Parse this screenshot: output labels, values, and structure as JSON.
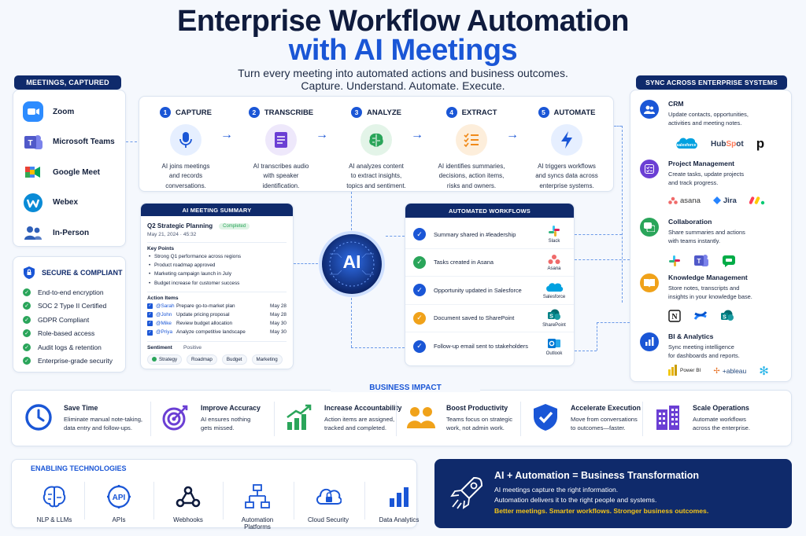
{
  "title": {
    "line1": "Enterprise Workflow Automation",
    "line2": "with AI Meetings"
  },
  "subtitle": {
    "line1": "Turn every meeting into automated actions and business outcomes.",
    "line2": "Capture. Understand. Automate. Execute."
  },
  "meetings": {
    "heading": "MEETINGS, CAPTURED",
    "items": [
      {
        "label": "Zoom",
        "icon": "zoom-icon",
        "color": "#2d8cff"
      },
      {
        "label": "Microsoft Teams",
        "icon": "teams-icon",
        "color": "#5059c9"
      },
      {
        "label": "Google Meet",
        "icon": "google-meet-icon",
        "color": "#00a35c"
      },
      {
        "label": "Webex",
        "icon": "webex-icon",
        "color": "#0a8bd6"
      },
      {
        "label": "In-Person",
        "icon": "people-icon",
        "color": "#2f5fb8"
      }
    ]
  },
  "security": {
    "heading": "SECURE & COMPLIANT",
    "items": [
      "End-to-end encryption",
      "SOC 2 Type II Certified",
      "GDPR Compliant",
      "Role-based access",
      "Audit logs & retention",
      "Enterprise-grade security"
    ]
  },
  "steps": [
    {
      "num": "1",
      "label": "CAPTURE",
      "icon": "microphone-icon",
      "desc": [
        "AI joins meetings",
        "and records",
        "conversations."
      ]
    },
    {
      "num": "2",
      "label": "TRANSCRIBE",
      "icon": "document-icon",
      "desc": [
        "AI transcribes audio",
        "with speaker",
        "identification."
      ]
    },
    {
      "num": "3",
      "label": "ANALYZE",
      "icon": "brain-icon",
      "desc": [
        "AI analyzes content",
        "to extract insights,",
        "topics and sentiment."
      ]
    },
    {
      "num": "4",
      "label": "EXTRACT",
      "icon": "checklist-icon",
      "desc": [
        "AI identifies summaries,",
        "decisions, action items,",
        "risks and owners."
      ]
    },
    {
      "num": "5",
      "label": "AUTOMATE",
      "icon": "lightning-icon",
      "desc": [
        "AI triggers workflows",
        "and syncs data across",
        "enterprise systems."
      ]
    }
  ],
  "summary": {
    "heading": "AI MEETING SUMMARY",
    "meeting_title": "Q2 Strategic Planning",
    "status": "Completed",
    "date": "May 21, 2024 · 45:32",
    "key_points_label": "Key Points",
    "key_points": [
      "Strong Q1 performance across regions",
      "Product roadmap approved",
      "Marketing campaign launch in July",
      "Budget increase for customer success"
    ],
    "action_items_label": "Action Items",
    "action_items": [
      {
        "owner": "@Sarah",
        "task": "Prepare go-to-market plan",
        "date": "May 28"
      },
      {
        "owner": "@John",
        "task": "Update pricing proposal",
        "date": "May 28"
      },
      {
        "owner": "@Mike",
        "task": "Review budget allocation",
        "date": "May 30"
      },
      {
        "owner": "@Priya",
        "task": "Analyze competitive landscape",
        "date": "May 30"
      }
    ],
    "sentiment_label": "Sentiment",
    "sentiment_value": "Positive",
    "tags": [
      "Strategy",
      "Roadmap",
      "Budget",
      "Marketing"
    ]
  },
  "ai_core": {
    "label": "AI"
  },
  "workflows": {
    "heading": "AUTOMATED WORKFLOWS",
    "items": [
      {
        "text": "Summary shared in #leadership",
        "logo": "Slack",
        "check_color": "#1a56d6"
      },
      {
        "text": "Tasks created in Asana",
        "logo": "Asana",
        "check_color": "#2aa55a"
      },
      {
        "text": "Opportunity updated in Salesforce",
        "logo": "Salesforce",
        "check_color": "#1a56d6"
      },
      {
        "text": "Document saved to SharePoint",
        "logo": "SharePoint",
        "check_color": "#f0a21a"
      },
      {
        "text": "Follow-up email sent to stakeholders",
        "logo": "Outlook",
        "check_color": "#1a56d6"
      }
    ]
  },
  "sync": {
    "heading": "SYNC ACROSS ENTERPRISE SYSTEMS",
    "blocks": [
      {
        "title": "CRM",
        "desc": [
          "Update contacts, opportunities,",
          "activities and meeting notes."
        ],
        "color": "#1a56d6",
        "logos": [
          "salesforce",
          "HubSpot",
          "p"
        ]
      },
      {
        "title": "Project Management",
        "desc": [
          "Create tasks, update projects",
          "and track progress."
        ],
        "color": "#6b3fd4",
        "logos": [
          "asana",
          "Jira",
          "monday"
        ]
      },
      {
        "title": "Collaboration",
        "desc": [
          "Share summaries and actions",
          "with teams instantly."
        ],
        "color": "#2aa55a",
        "logos": [
          "slack",
          "teams",
          "chat"
        ]
      },
      {
        "title": "Knowledge Management",
        "desc": [
          "Store notes, transcripts and",
          "insights in your knowledge base."
        ],
        "color": "#f0a21a",
        "logos": [
          "notion",
          "confluence",
          "sharepoint"
        ]
      },
      {
        "title": "BI & Analytics",
        "desc": [
          "Sync meeting intelligence",
          "for dashboards and reports."
        ],
        "color": "#1a56d6",
        "logos": [
          "Power BI",
          "tableau",
          "snowflake"
        ]
      }
    ]
  },
  "impact": {
    "heading": "BUSINESS IMPACT",
    "items": [
      {
        "title": "Save Time",
        "desc": [
          "Eliminate manual note-taking,",
          "data entry and follow-ups."
        ],
        "icon": "clock-icon",
        "color": "#1a56d6"
      },
      {
        "title": "Improve Accuracy",
        "desc": [
          "AI ensures nothing",
          "gets missed."
        ],
        "icon": "target-icon",
        "color": "#6b3fd4"
      },
      {
        "title": "Increase Accountability",
        "desc": [
          "Action items are assigned,",
          "tracked and completed."
        ],
        "icon": "growth-chart-icon",
        "color": "#2aa55a"
      },
      {
        "title": "Boost Productivity",
        "desc": [
          "Teams focus on strategic",
          "work, not admin work."
        ],
        "icon": "team-icon",
        "color": "#f0a21a"
      },
      {
        "title": "Accelerate Execution",
        "desc": [
          "Move from conversations",
          "to outcomes—faster."
        ],
        "icon": "shield-check-icon",
        "color": "#1a56d6"
      },
      {
        "title": "Scale Operations",
        "desc": [
          "Automate workflows",
          "across the enterprise."
        ],
        "icon": "buildings-icon",
        "color": "#6b3fd4"
      }
    ]
  },
  "tech": {
    "heading": "ENABLING TECHNOLOGIES",
    "items": [
      {
        "label": [
          "NLP & LLMs"
        ],
        "icon": "brain-icon"
      },
      {
        "label": [
          "APIs"
        ],
        "icon": "api-icon"
      },
      {
        "label": [
          "Webhooks"
        ],
        "icon": "webhook-icon"
      },
      {
        "label": [
          "Automation",
          "Platforms"
        ],
        "icon": "flowchart-icon"
      },
      {
        "label": [
          "Cloud Security"
        ],
        "icon": "cloud-lock-icon"
      },
      {
        "label": [
          "Data Analytics"
        ],
        "icon": "bar-chart-icon"
      }
    ]
  },
  "transform": {
    "title": "AI + Automation = Business Transformation",
    "line1": "AI meetings capture the right information.",
    "line2": "Automation delivers it to the right people and systems.",
    "tagline": "Better meetings. Smarter workflows. Stronger business outcomes."
  },
  "colors": {
    "navy": "#0f2a6b",
    "blue": "#1a56d6",
    "green": "#2aa55a",
    "gold": "#f5c518"
  }
}
